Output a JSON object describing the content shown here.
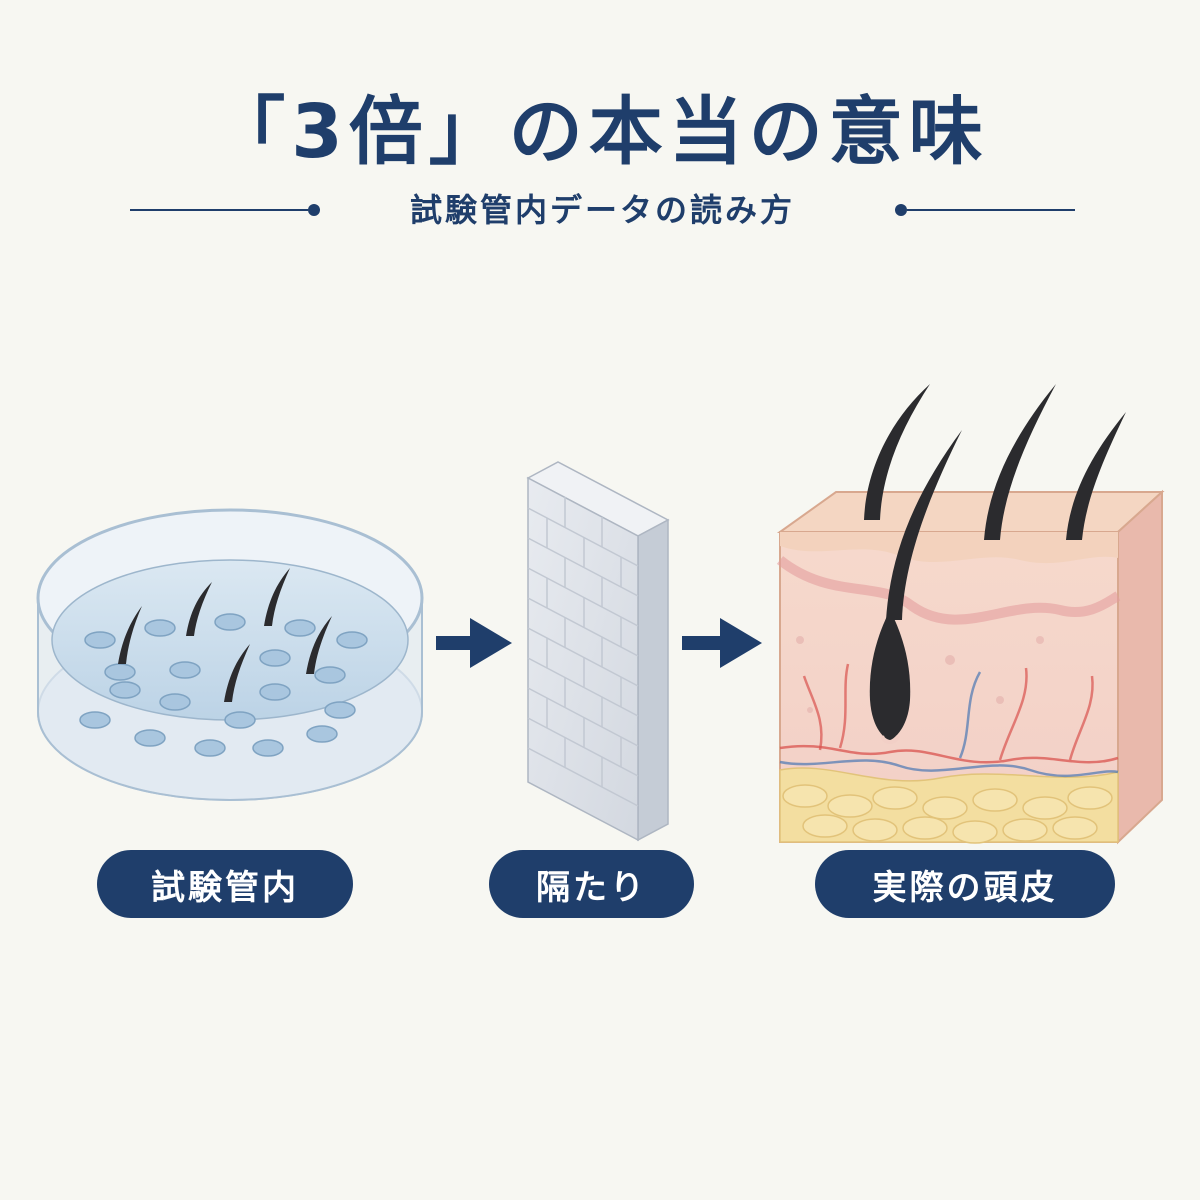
{
  "header": {
    "title": "「3倍」の本当の意味",
    "subtitle": "試験管内データの読み方"
  },
  "stages": [
    {
      "label": "試験管内"
    },
    {
      "label": "隔たり"
    },
    {
      "label": "実際の頭皮"
    }
  ],
  "colors": {
    "navy": "#1f3e6b",
    "background": "#f7f7f2",
    "dish_liquid": "#cfe0ee",
    "wall": "#dfe3ea",
    "skin_top": "#f2d3bf",
    "skin_mid": "#f1cccc",
    "fat": "#f3dea0"
  },
  "icons": [
    "petri-dish-icon",
    "arrow-right-icon",
    "brick-wall-icon",
    "skin-cross-section-icon"
  ]
}
